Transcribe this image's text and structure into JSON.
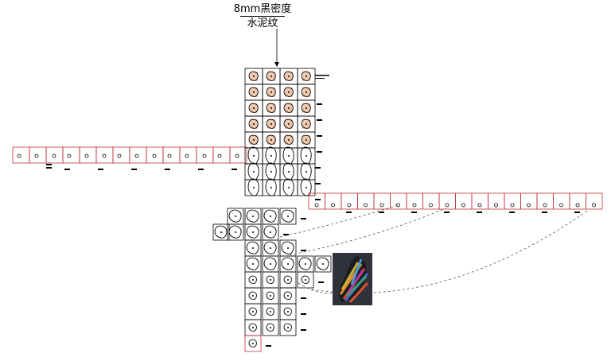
{
  "title": {
    "line1": "8mm黑密度",
    "line2": "水泥纹"
  },
  "colors": {
    "line": "#000000",
    "accent_border": "#c0303a",
    "hole_fill": "#f0c8b0",
    "dashed": "#555555",
    "thumb_bg": "#2f3238"
  },
  "icons": [
    "arrow-down-icon",
    "rock-outline-icon",
    "sample-thumbnail"
  ]
}
